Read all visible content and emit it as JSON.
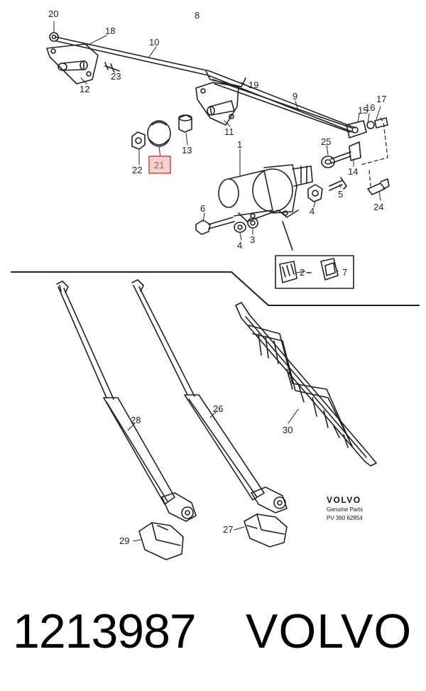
{
  "diagram": {
    "callouts": [
      "20",
      "8",
      "18",
      "10",
      "23",
      "12",
      "19",
      "9",
      "17",
      "16",
      "15",
      "11",
      "13",
      "25",
      "22",
      "21",
      "1",
      "14",
      "5",
      "6",
      "4",
      "24",
      "3",
      "4",
      "2",
      "7",
      "28",
      "26",
      "30",
      "29",
      "27"
    ],
    "highlighted_callout": "21",
    "highlight_color": "#d8474d",
    "logo": {
      "brand": "VOLVO",
      "tagline": "Genuine Parts",
      "code": "PV 360 62854"
    }
  },
  "footer": {
    "part_number": "1213987",
    "brand": "VOLVO"
  }
}
